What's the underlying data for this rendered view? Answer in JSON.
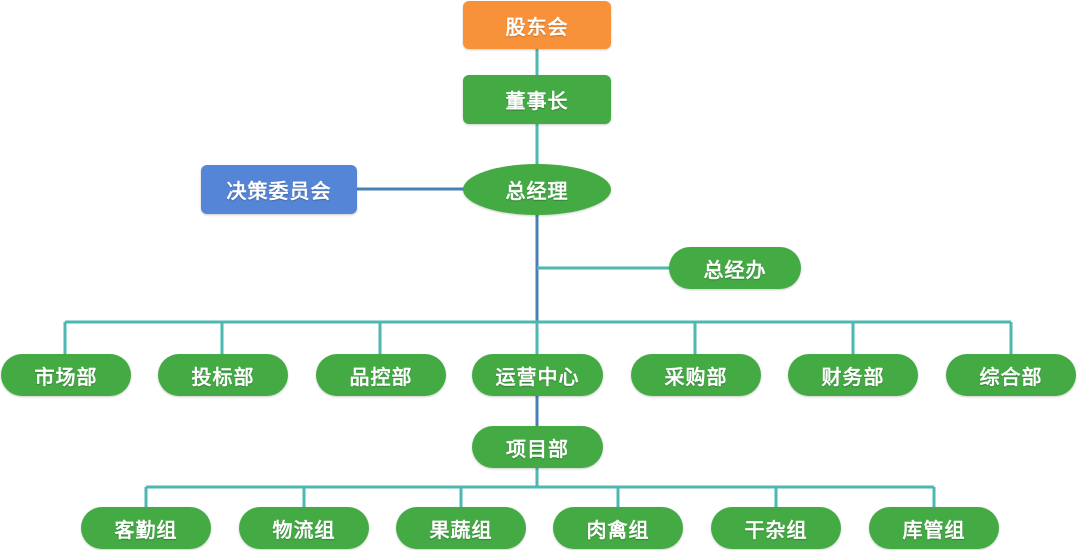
{
  "org_chart": {
    "colors": {
      "shareholders": "#f8923a",
      "decision_committee": "#5585d6",
      "node_green": "#44aa44",
      "connector": "#4db8b0",
      "connector_main": "#4a7fb5"
    },
    "top": {
      "shareholders": "股东会",
      "chairman": "董事长",
      "general_manager": "总经理",
      "decision_committee": "决策委员会",
      "gm_office": "总经办"
    },
    "departments": [
      "市场部",
      "投标部",
      "品控部",
      "运营中心",
      "采购部",
      "财务部",
      "综合部"
    ],
    "project_department": "项目部",
    "groups": [
      "客勤组",
      "物流组",
      "果蔬组",
      "肉禽组",
      "干杂组",
      "库管组"
    ]
  }
}
